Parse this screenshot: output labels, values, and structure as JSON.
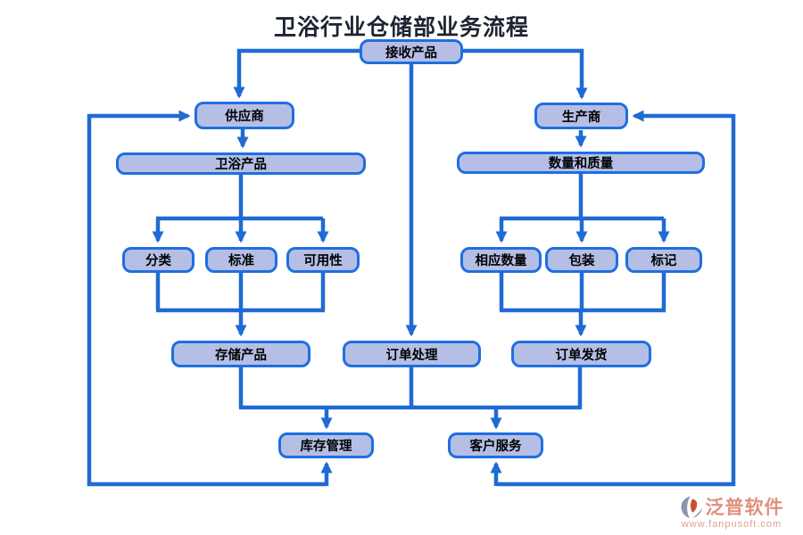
{
  "title": "卫浴行业仓储部业务流程",
  "colors": {
    "connector_blue": "#1f6bd4",
    "node_fill": "#b5bfe5",
    "node_border": "#1e6fe0",
    "node_text": "#000000",
    "title_text": "#1c2430",
    "brand_text": "#e0907e",
    "brand_url_text": "#dca392",
    "logo_gray": "#8b95ad",
    "logo_orange": "#cd4f2c"
  },
  "nodes": {
    "receive": {
      "label": "接收产品"
    },
    "supplier": {
      "label": "供应商"
    },
    "manufacturer": {
      "label": "生产商"
    },
    "bath_products": {
      "label": "卫浴产品"
    },
    "quantity_quality": {
      "label": "数量和质量"
    },
    "classify": {
      "label": "分类"
    },
    "standard": {
      "label": "标准"
    },
    "availability": {
      "label": "可用性"
    },
    "corresponding_quantity": {
      "label": "相应数量"
    },
    "packaging": {
      "label": "包装"
    },
    "marking": {
      "label": "标记"
    },
    "store_products": {
      "label": "存储产品"
    },
    "order_processing": {
      "label": "订单处理"
    },
    "order_shipping": {
      "label": "订单发货"
    },
    "inventory_management": {
      "label": "库存管理"
    },
    "customer_service": {
      "label": "客户服务"
    }
  },
  "watermark": {
    "brand": "泛普软件",
    "url": "www.fanpusoft.com"
  }
}
